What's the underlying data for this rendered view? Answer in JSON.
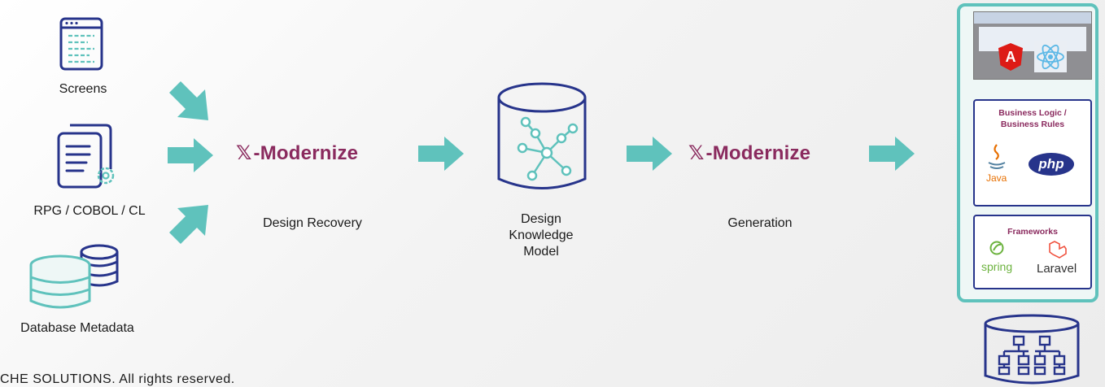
{
  "inputs": {
    "screens_label": "Screens",
    "code_label": "RPG / COBOL / CL",
    "db_label": "Database Metadata"
  },
  "step1": {
    "brand": "-Modernize",
    "label": "Design Recovery"
  },
  "model": {
    "label_line1": "Design",
    "label_line2": "Knowledge",
    "label_line3": "Model"
  },
  "step2": {
    "brand": "-Modernize",
    "label": "Generation"
  },
  "outputs": {
    "business_title_line1": "Business Logic /",
    "business_title_line2": "Business Rules",
    "java_label": "Java",
    "php_label": "php",
    "frameworks_title": "Frameworks",
    "spring_label": "spring",
    "laravel_label": "Laravel",
    "angular_letter": "A"
  },
  "footer": {
    "text": "CHE SOLUTIONS. All rights reserved."
  },
  "colors": {
    "teal": "#5fc2bc",
    "brand": "#8a2a5e",
    "navy": "#27348b"
  }
}
